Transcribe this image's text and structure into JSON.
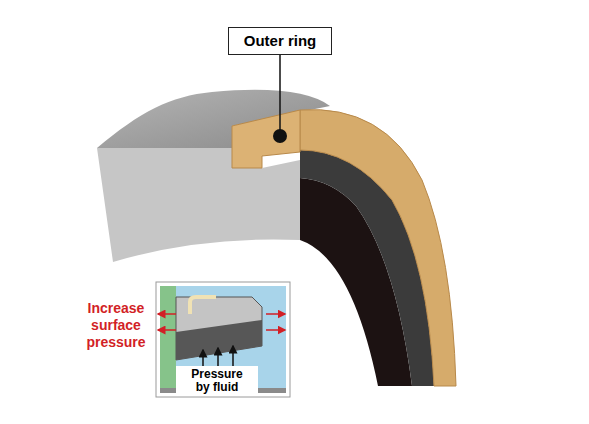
{
  "diagram": {
    "nodes": [
      {
        "text": [
          "Outer ring"
        ]
      },
      {
        "text": [
          "Pressure by fluid"
        ]
      }
    ],
    "labels": [
      "Increase surface pressure"
    ]
  }
}
